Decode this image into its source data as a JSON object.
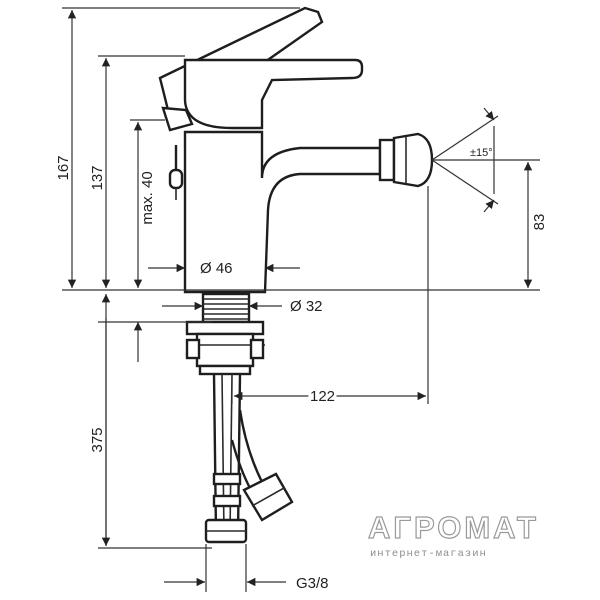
{
  "dimensions": {
    "height_total": "167",
    "height_spout": "137",
    "max_lever": "max. 40",
    "height_nozzle": "83",
    "diameter_body": "Ø 46",
    "diameter_shank": "Ø 32",
    "hose_length": "375",
    "reach": "122",
    "connection": "G3/8",
    "angle": "±15°"
  },
  "watermark": {
    "brand": "АГРОМАТ",
    "subtitle": "интернет-магазин"
  },
  "colors": {
    "line": "#2a2a2a",
    "watermark": "#9a9a9a"
  }
}
